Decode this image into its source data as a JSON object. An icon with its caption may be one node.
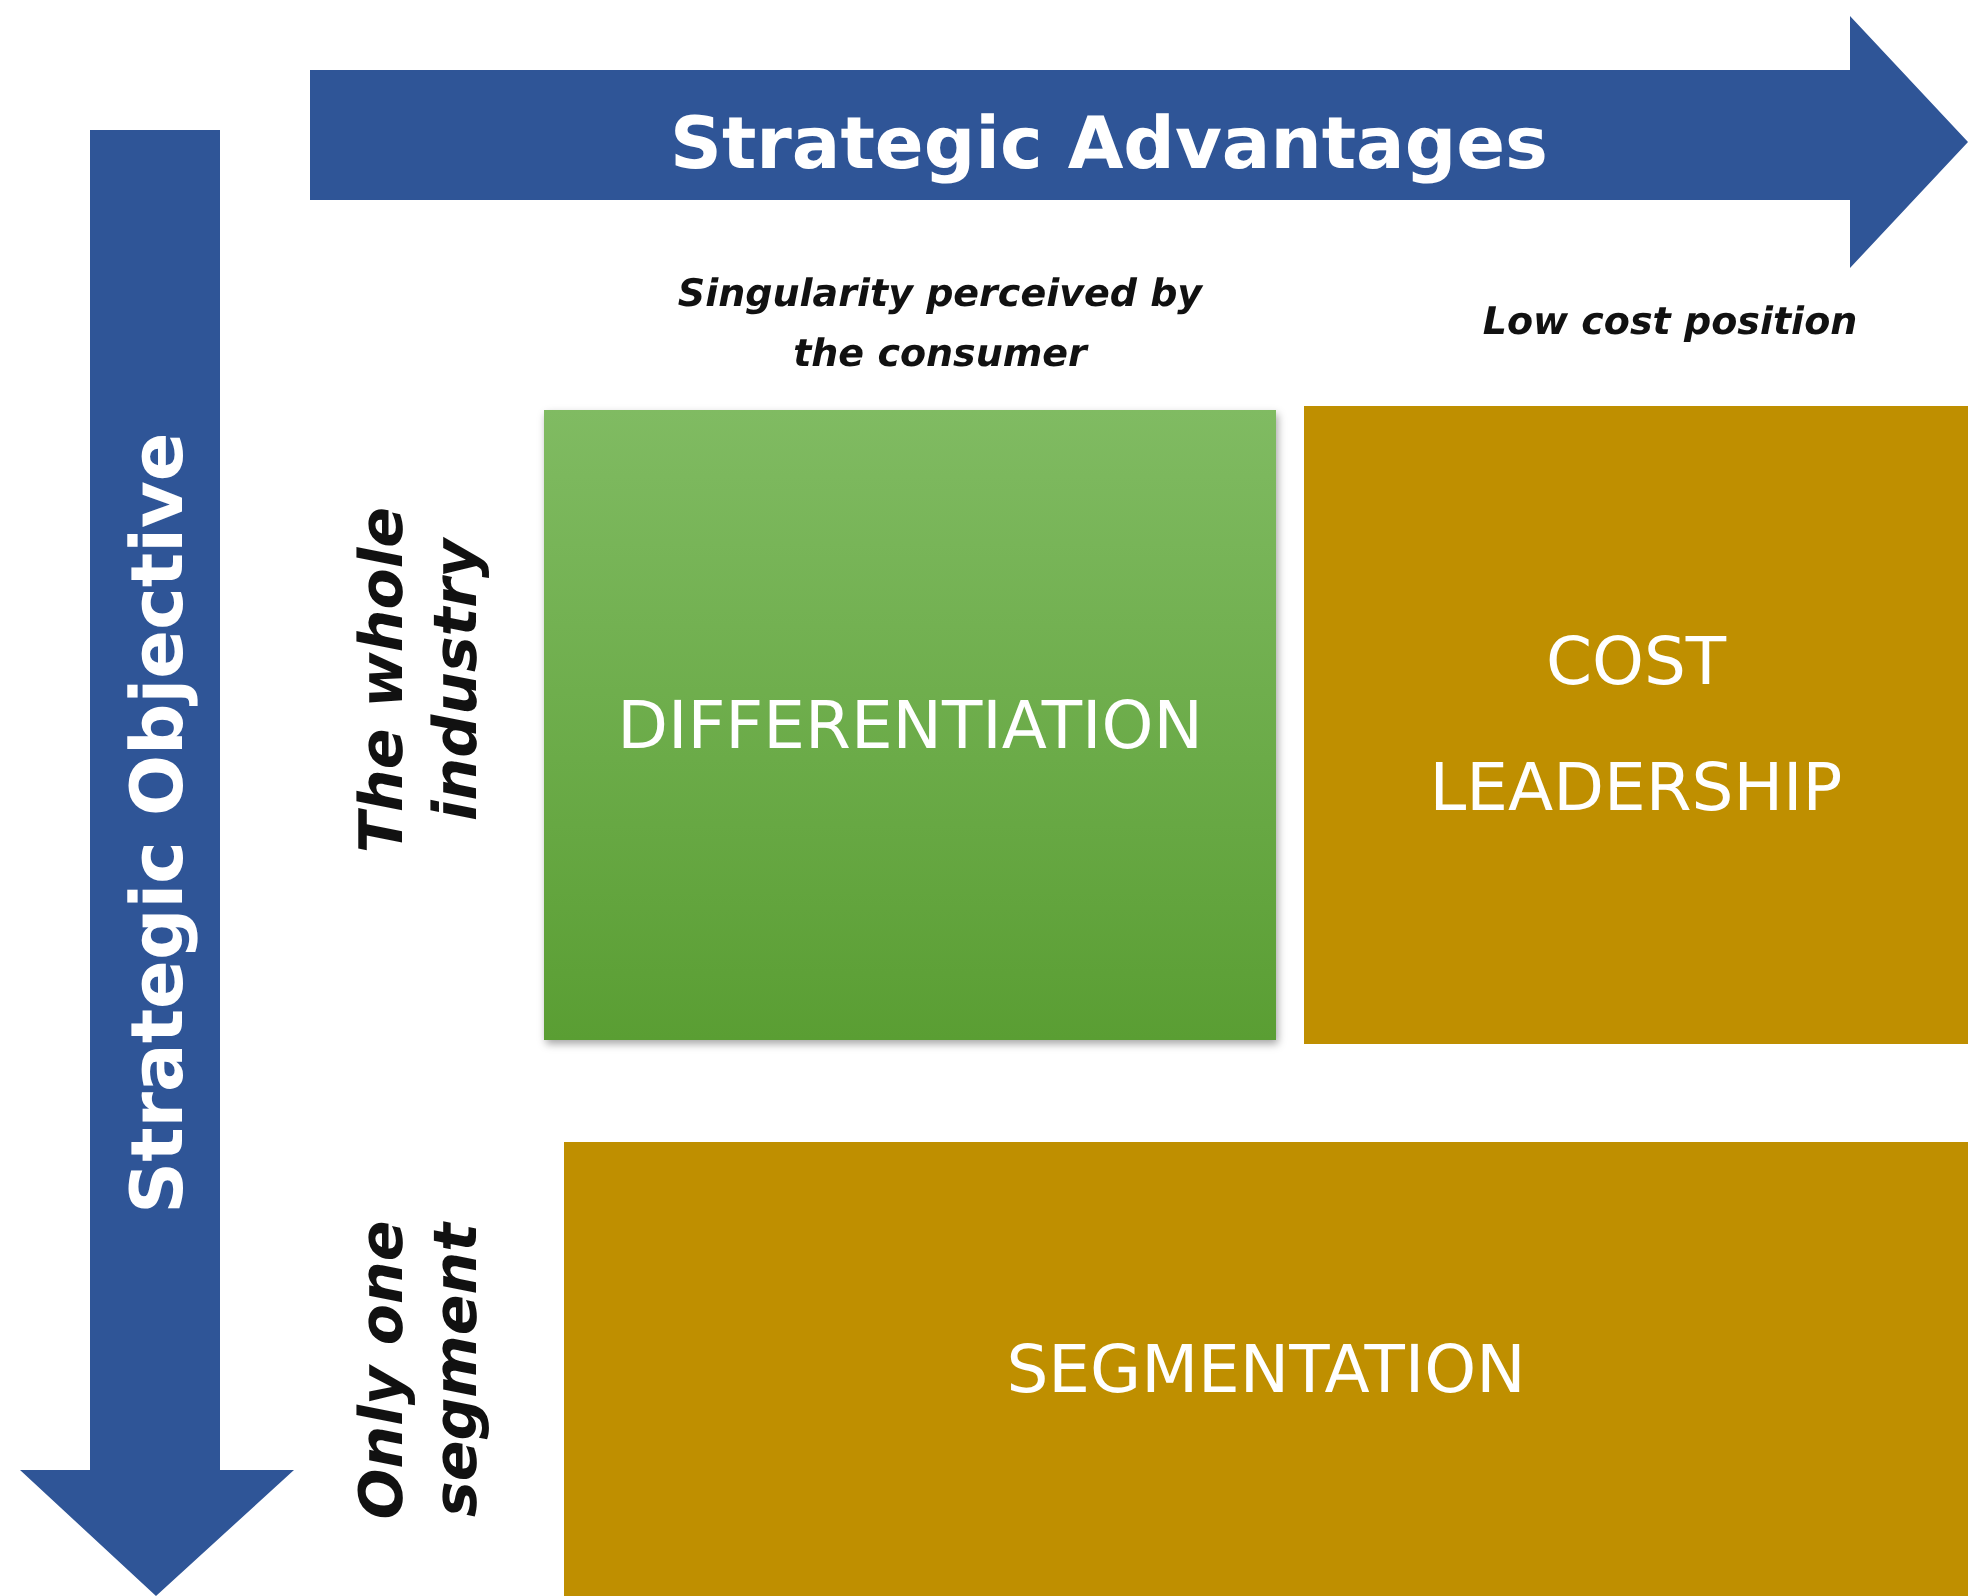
{
  "diagram": {
    "nodes": [
      {
        "text": [
          "Strategic Advantages"
        ]
      },
      {
        "text": [
          "Strategic Objective"
        ]
      },
      {
        "text": [
          "DIFFERENTIATION"
        ]
      },
      {
        "text": [
          "COST LEADERSHIP"
        ]
      },
      {
        "text": [
          "SEGMENTATION"
        ]
      }
    ],
    "labels": [
      "Singularity perceived by the consumer",
      "Low cost position",
      "The whole industry",
      "Only one segment"
    ]
  }
}
